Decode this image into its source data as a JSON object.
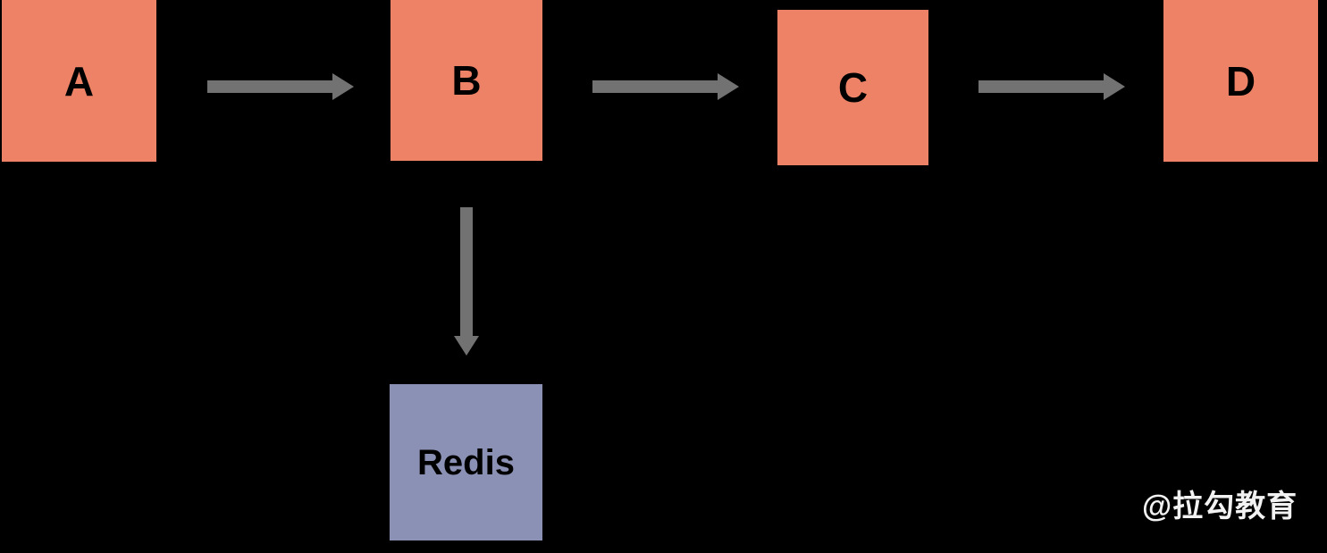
{
  "diagram": {
    "background_color": "#000000",
    "service_color": "#ED8267",
    "store_color": "#8B91B5",
    "arrow_color": "#727272",
    "label_color": "#000000",
    "nodes": [
      {
        "id": "A",
        "label": "A",
        "kind": "service"
      },
      {
        "id": "B",
        "label": "B",
        "kind": "service"
      },
      {
        "id": "C",
        "label": "C",
        "kind": "service"
      },
      {
        "id": "D",
        "label": "D",
        "kind": "service"
      },
      {
        "id": "Redis",
        "label": "Redis",
        "kind": "store"
      }
    ],
    "edges": [
      {
        "from": "A",
        "to": "B",
        "direction": "right"
      },
      {
        "from": "B",
        "to": "C",
        "direction": "right"
      },
      {
        "from": "C",
        "to": "D",
        "direction": "right"
      },
      {
        "from": "B",
        "to": "Redis",
        "direction": "down"
      }
    ]
  },
  "watermark": {
    "text": "@拉勾教育"
  }
}
